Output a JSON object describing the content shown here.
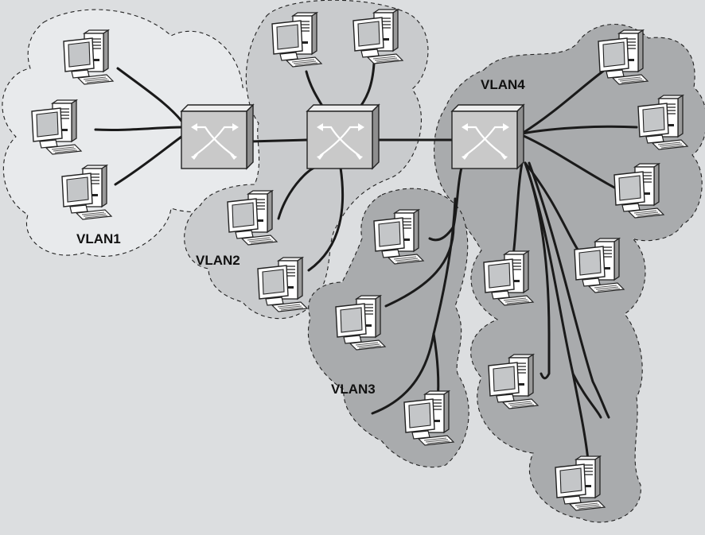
{
  "diagram": {
    "background": "#dcdee0",
    "cloud_colors": {
      "vlan1": "#e8eaec",
      "vlan2": "#c9cbcd",
      "vlan3": "#a9abad",
      "vlan4": "#a9abad"
    },
    "labels": {
      "vlan1": "VLAN1",
      "vlan2": "VLAN2",
      "vlan3": "VLAN3",
      "vlan4": "VLAN4"
    },
    "icons": {
      "switch": "switch-icon",
      "pc": "pc-icon"
    },
    "switch_count": 3,
    "pc_counts": {
      "vlan1": 3,
      "vlan2": 4,
      "vlan3": 3,
      "vlan4": 7
    }
  }
}
